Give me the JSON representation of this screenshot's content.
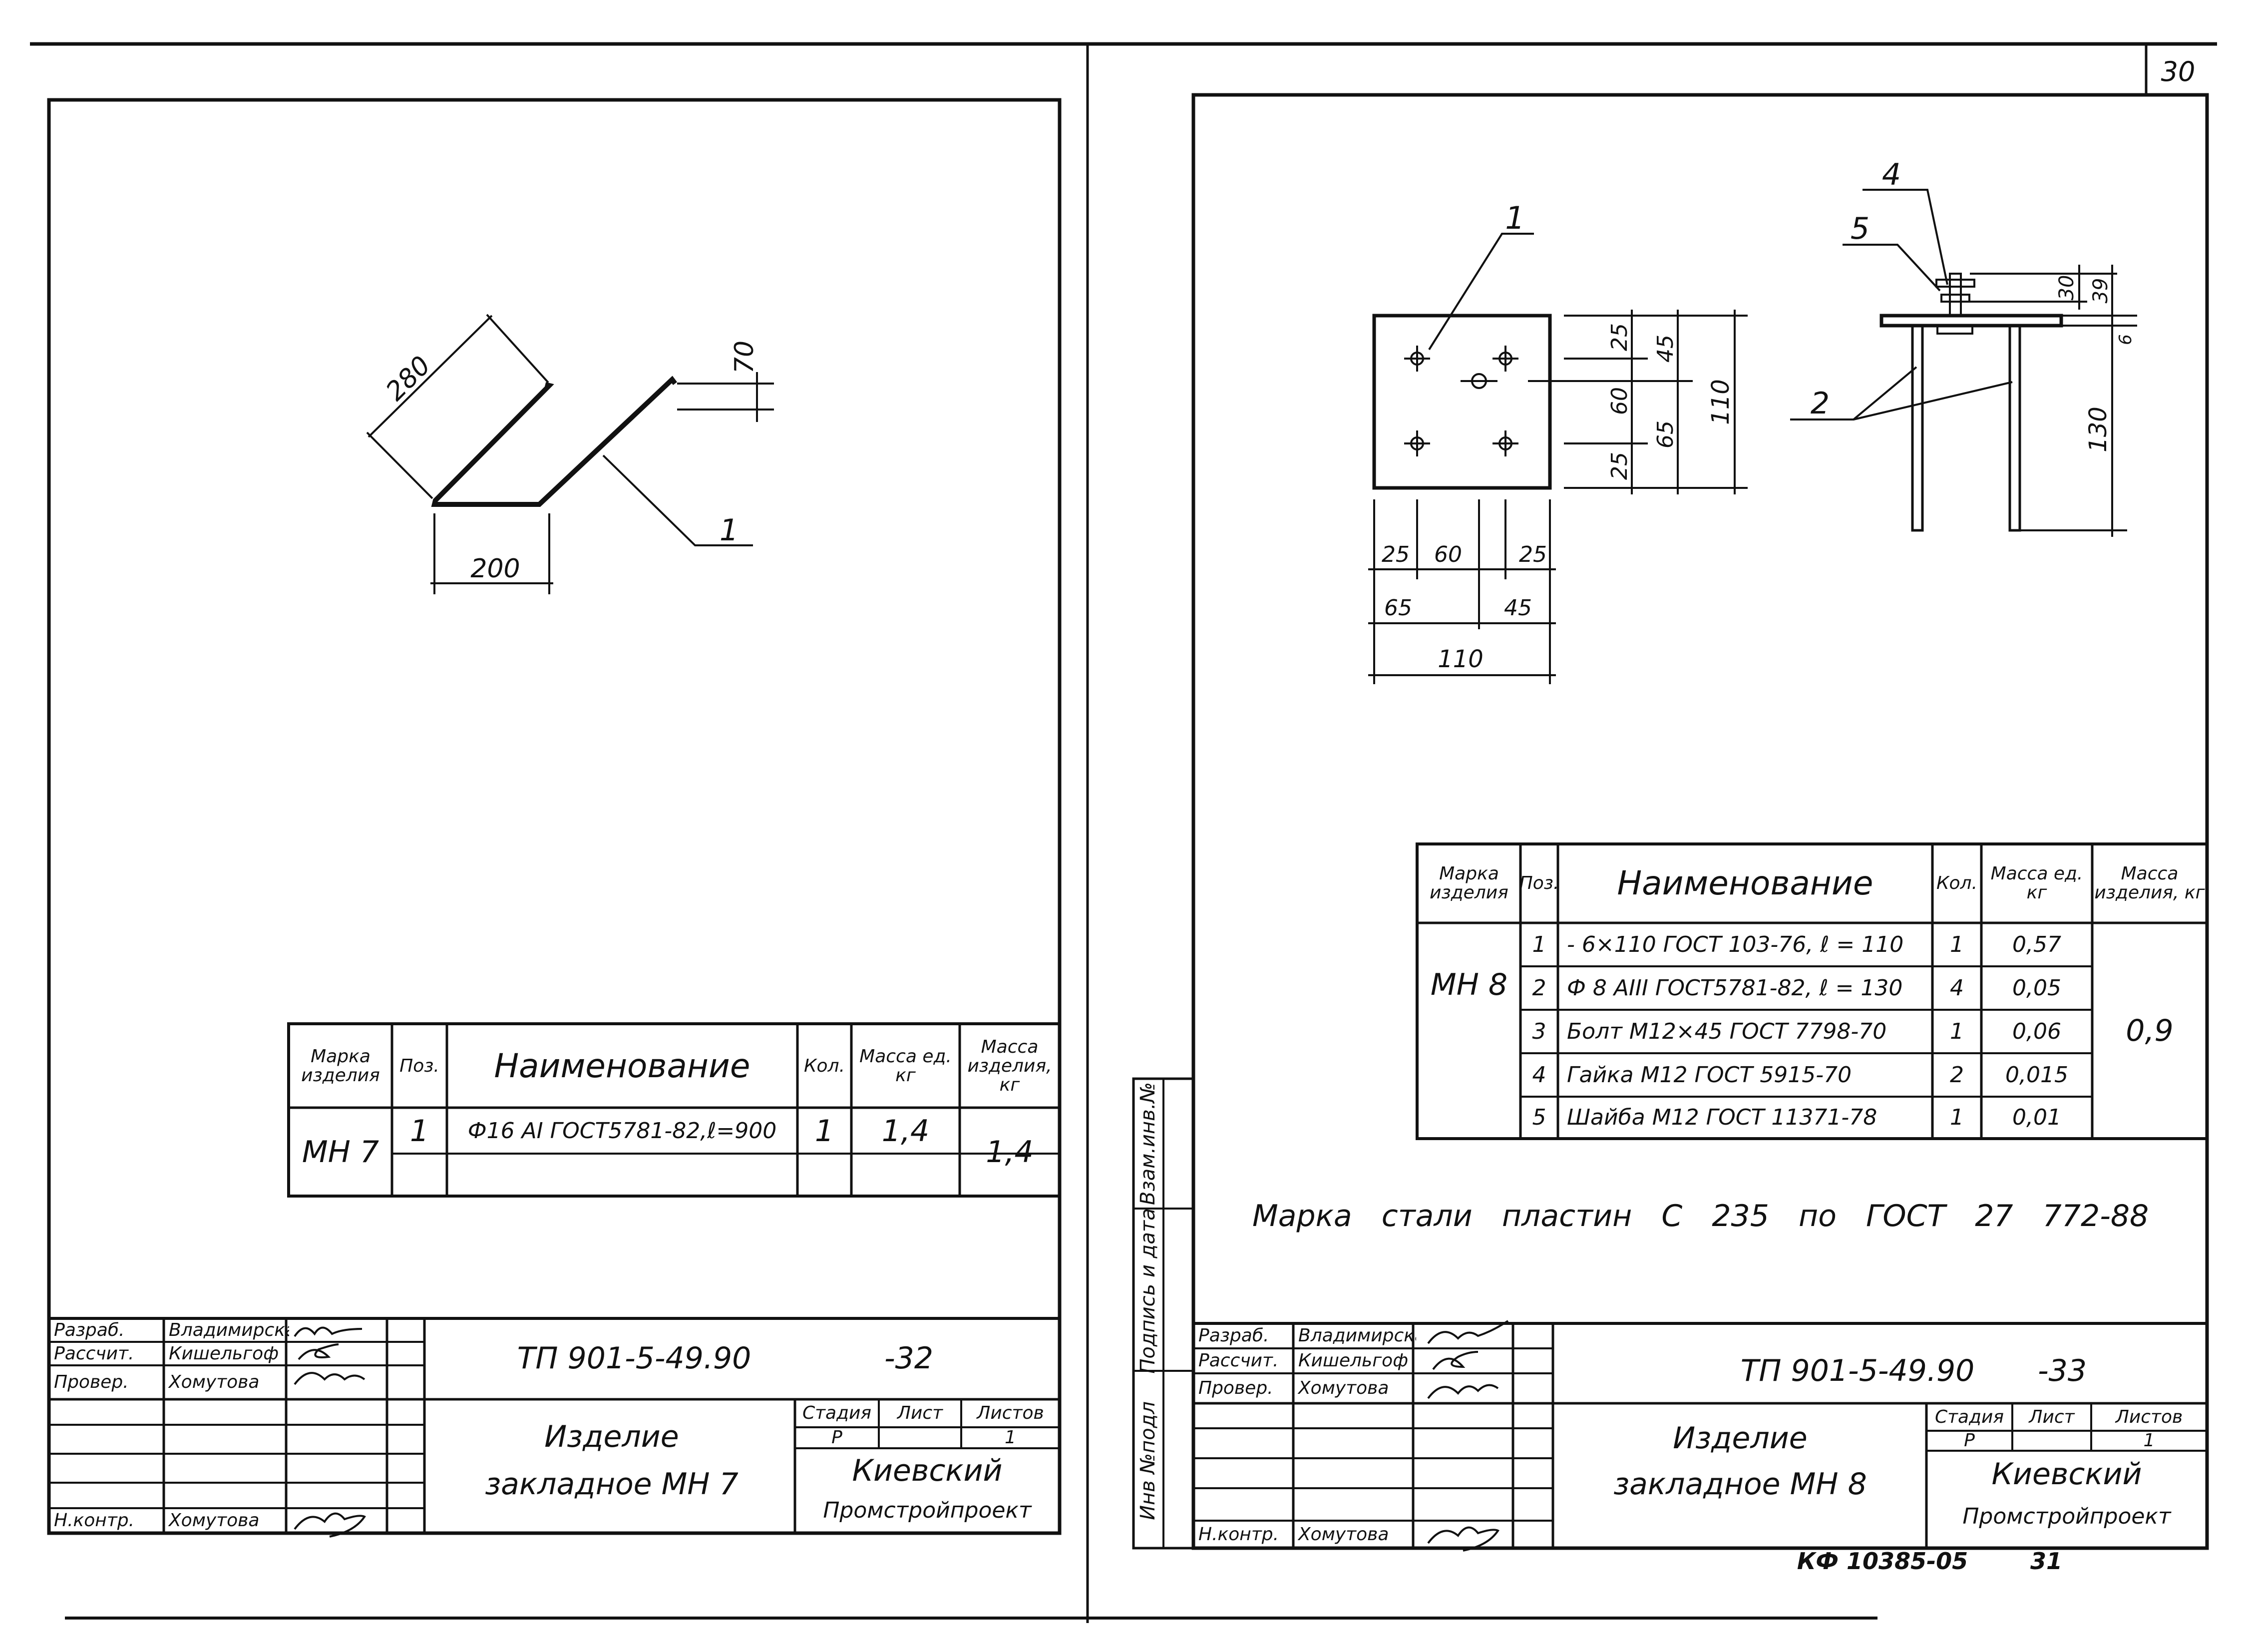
{
  "page_number": "30",
  "footer": {
    "code": "КФ 10385-05",
    "num": "31"
  },
  "side_stamp": [
    "Инв №подл",
    "Подпись и дата",
    "Взам.инв.№"
  ],
  "left": {
    "callout": "1",
    "dims": {
      "d280": "280",
      "d70": "70",
      "d200": "200"
    },
    "spec": {
      "headers": [
        "Марка изделия",
        "Поз.",
        "Наименование",
        "Кол.",
        "Масса ед. кг",
        "Масса изделия, кг"
      ],
      "mark": "МН 7",
      "mass_total": "1,4",
      "rows": [
        {
          "pos": "1",
          "name": "Ф16 АI ГОСТ5781-82,ℓ=900",
          "qty": "1",
          "mass": "1,4"
        }
      ]
    },
    "title_block": {
      "roles": [
        "Разраб.",
        "Рассчит.",
        "Провер.",
        "",
        "",
        "Н.контр."
      ],
      "names": [
        "Владимирская",
        "Кишельгоф",
        "Хомутова",
        "",
        "",
        "Хомутова"
      ],
      "designation": "ТП 901-5-49.90",
      "sheet_code": "-32",
      "product": [
        "Изделие",
        "закладное МН 7"
      ],
      "stage_label": "Стадия",
      "sheet_label": "Лист",
      "sheets_label": "Листов",
      "stage": "Р",
      "sheets": "1",
      "org": [
        "Киевский",
        "Промстройпроект"
      ]
    }
  },
  "right": {
    "callouts": {
      "c1": "1",
      "c2": "2",
      "c4": "4",
      "c5": "5"
    },
    "dims": {
      "v25a": "25",
      "v60": "60",
      "v25b": "25",
      "v45": "45",
      "v65": "65",
      "v110": "110",
      "h25a": "25",
      "h60": "60",
      "h25b": "25",
      "h65": "65",
      "h45": "45",
      "h110": "110",
      "s30": "30",
      "s39": "39",
      "s6": "6",
      "s130": "130"
    },
    "spec": {
      "headers": [
        "Марка изделия",
        "Поз.",
        "Наименование",
        "Кол.",
        "Масса ед. кг",
        "Масса изделия, кг"
      ],
      "mark": "МН 8",
      "mass_total": "0,9",
      "rows": [
        {
          "pos": "1",
          "name": "- 6×110 ГОСТ 103-76, ℓ = 110",
          "qty": "1",
          "mass": "0,57"
        },
        {
          "pos": "2",
          "name": "Ф 8 АIII ГОСТ5781-82, ℓ = 130",
          "qty": "4",
          "mass": "0,05"
        },
        {
          "pos": "3",
          "name": "Болт М12×45 ГОСТ 7798-70",
          "qty": "1",
          "mass": "0,06"
        },
        {
          "pos": "4",
          "name": "Гайка М12 ГОСТ 5915-70",
          "qty": "2",
          "mass": "0,015"
        },
        {
          "pos": "5",
          "name": "Шайба М12 ГОСТ 11371-78",
          "qty": "1",
          "mass": "0,01"
        }
      ]
    },
    "note": "Марка стали пластин С 235 по ГОСТ 27 772-88",
    "title_block": {
      "roles": [
        "Разраб.",
        "Рассчит.",
        "Провер.",
        "",
        "",
        "Н.контр."
      ],
      "names": [
        "Владимирская",
        "Кишельгоф",
        "Хомутова",
        "",
        "",
        "Хомутова"
      ],
      "designation": "ТП 901-5-49.90",
      "sheet_code": "-33",
      "product": [
        "Изделие",
        "закладное МН 8"
      ],
      "stage_label": "Стадия",
      "sheet_label": "Лист",
      "sheets_label": "Листов",
      "stage": "Р",
      "sheets": "1",
      "org": [
        "Киевский",
        "Промстройпроект"
      ]
    }
  }
}
